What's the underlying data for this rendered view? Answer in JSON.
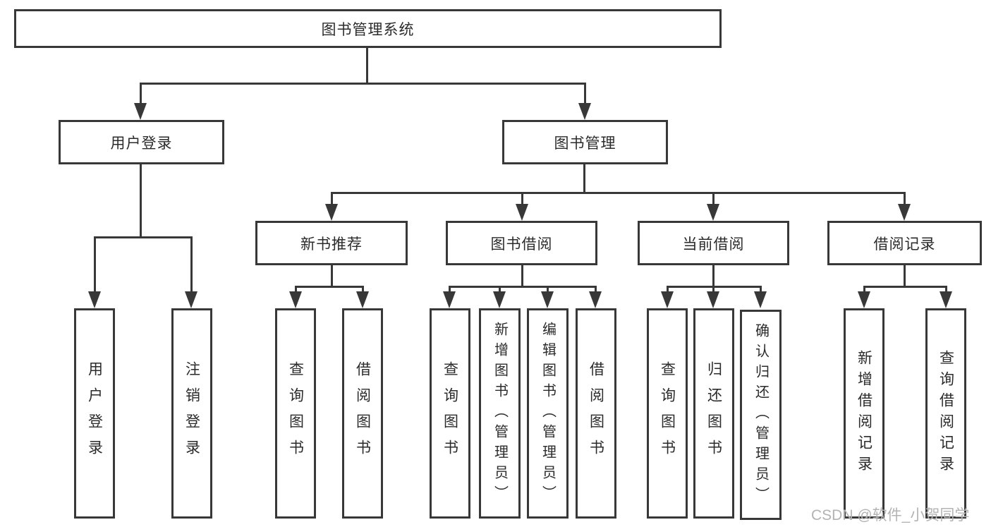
{
  "diagram": {
    "root_label": "图书管理系统",
    "level2": [
      "用户登录",
      "图书管理"
    ],
    "level3": [
      "新书推荐",
      "图书借阅",
      "当前借阅",
      "借阅记录"
    ],
    "level4": {
      "user_login": [
        "用户登录",
        "注销登录"
      ],
      "new_book_recommend": [
        "查询图书",
        "借阅图书"
      ],
      "book_borrow": [
        "查询图书",
        "新增图书（管理员）",
        "编辑图书（管理员）",
        "借阅图书"
      ],
      "current_borrow": [
        "查询图书",
        "归还图书",
        "确认归还（管理员）"
      ],
      "borrow_records": [
        "新增借阅记录",
        "查询借阅记录"
      ]
    },
    "watermark": "CSDN @软件_小贺同学",
    "colors": {
      "line": "#383838",
      "text": "#2b2b2b",
      "watermark": "#b3b3b3",
      "background": "#ffffff"
    }
  }
}
